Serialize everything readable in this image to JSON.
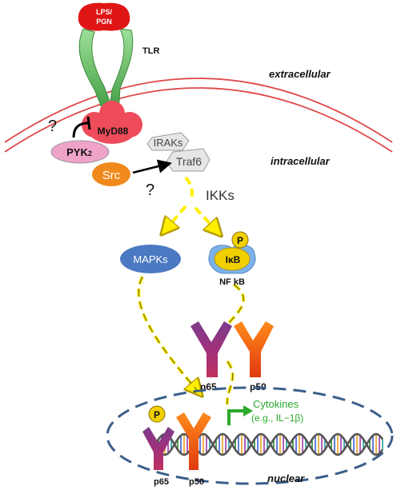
{
  "labels": {
    "ligand_line1": "LPS/",
    "ligand_line2": "PGN",
    "tlr": "TLR",
    "extracellular": "extracellular",
    "intracellular": "intracellular",
    "nuclear": "nuclear",
    "myd88": "MyD88",
    "pyk2": "PYK",
    "pyk2_sub": "2",
    "src": "Src",
    "iraks": "IRAKs",
    "traf6": "Traf6",
    "ikks": "IKKs",
    "mapks": "MAPKs",
    "phospho_ikb": "P",
    "ikb": "IκB",
    "nfkb": "NF kB",
    "p65": "p65",
    "p50": "p50",
    "phospho_nuclear": "P",
    "p65_nuclear": "p65",
    "p50_nuclear": "p50",
    "cytokines_line1": "Cytokines",
    "cytokines_line2": "(e.g., IL−1β)",
    "question_1": "?",
    "question_2": "?"
  },
  "colors": {
    "ligand": "#e01515",
    "tlr_receptor": "#6cc36a",
    "membrane": "#e04848",
    "myd88": "#ee4c5a",
    "pyk2": "#f0a3c8",
    "src": "#f08a1c",
    "iraks_traf6": "#e6e6e6",
    "mapks": "#4b79c2",
    "nfkb_complex": "#7cb2ea",
    "phospho": "#f0d000",
    "p65": "#a0307a",
    "p50": "#ee5a12",
    "cytokine_arrow": "#2ca82c",
    "nucleus_border": "#3b5f8a",
    "pathway_arrow": "#ffee00"
  }
}
